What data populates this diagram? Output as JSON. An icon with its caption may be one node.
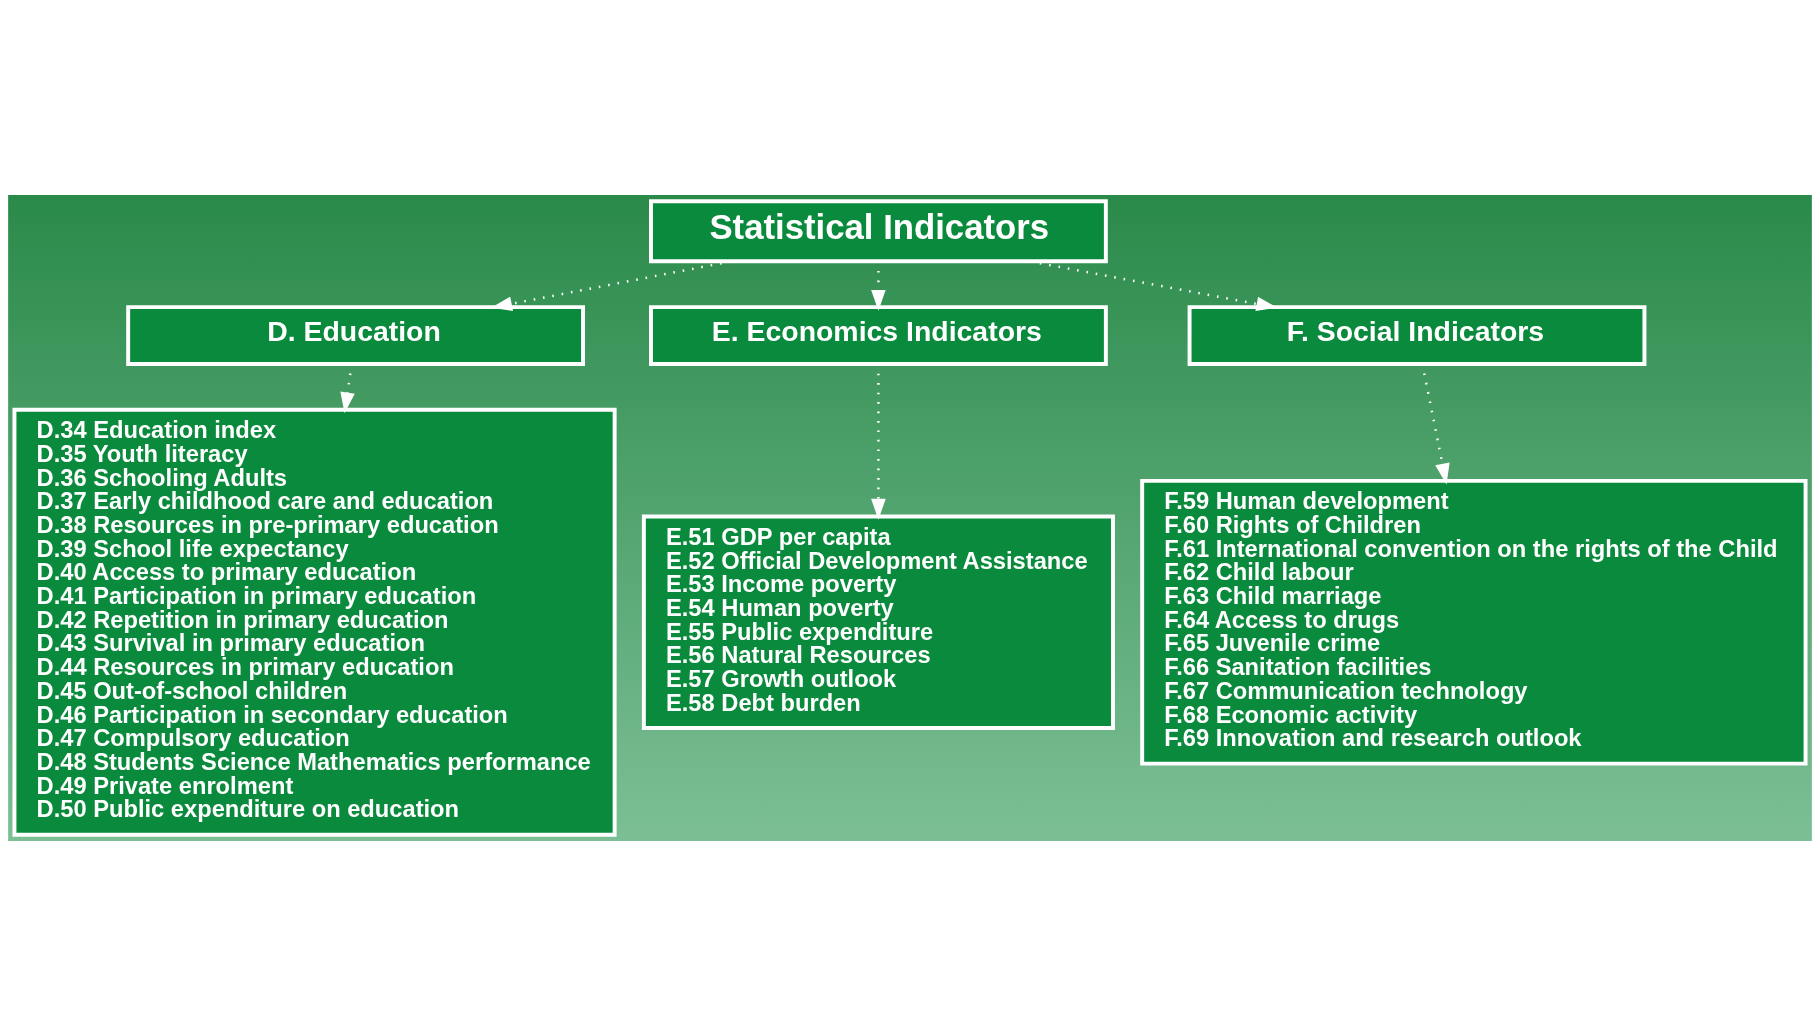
{
  "diagram": {
    "nodes": [
      {
        "text": [
          "Statistical Indicators"
        ]
      },
      {
        "text": [
          "D. Education"
        ]
      },
      {
        "text": [
          "E. Economics Indicators"
        ]
      },
      {
        "text": [
          "F. Social Indicators"
        ]
      },
      {
        "text": [
          "D.34 Education index",
          "D.35 Youth literacy",
          "D.36 Schooling Adults",
          "D.37 Early childhood care and education",
          "D.38 Resources in pre-primary education",
          "D.39 School life expectancy",
          "D.40 Access to primary education",
          "D.41 Participation in primary education",
          "D.42 Repetition in primary education",
          "D.43 Survival in primary education",
          "D.44 Resources in primary education",
          "D.45 Out-of-school children",
          "D.46 Participation in secondary education",
          "D.47 Compulsory education",
          "D.48 Students Science Mathematics performance",
          "D.49 Private enrolment",
          "D.50 Public expenditure on education"
        ]
      },
      {
        "text": [
          "E.51 GDP per capita",
          "E.52 Official Development Assistance",
          "E.53 Income poverty",
          "E.54 Human poverty",
          "E.55 Public expenditure",
          "E.56 Natural Resources",
          "E.57 Growth outlook",
          "E.58 Debt burden"
        ]
      },
      {
        "text": [
          "F.59 Human development",
          "F.60 Rights of Children",
          "F.61 International convention on the rights of the Child",
          "F.62 Child labour",
          "F.63 Child marriage",
          "F.64 Access to drugs",
          "F.65 Juvenile crime",
          "F.66 Sanitation facilities",
          "F.67 Communication technology",
          "F.68 Economic activity",
          "F.69 Innovation and research outlook"
        ]
      }
    ],
    "edges": [
      {
        "from": 0,
        "to": 1,
        "arrow": "to",
        "style": "dashed"
      },
      {
        "from": 0,
        "to": 2,
        "arrow": "to",
        "style": "dashed"
      },
      {
        "from": 0,
        "to": 3,
        "arrow": "to",
        "style": "dashed"
      },
      {
        "from": 1,
        "to": 4,
        "arrow": "to",
        "style": "dashed"
      },
      {
        "from": 2,
        "to": 5,
        "arrow": "to",
        "style": "dashed"
      },
      {
        "from": 3,
        "to": 6,
        "arrow": "to",
        "style": "dashed"
      }
    ]
  }
}
